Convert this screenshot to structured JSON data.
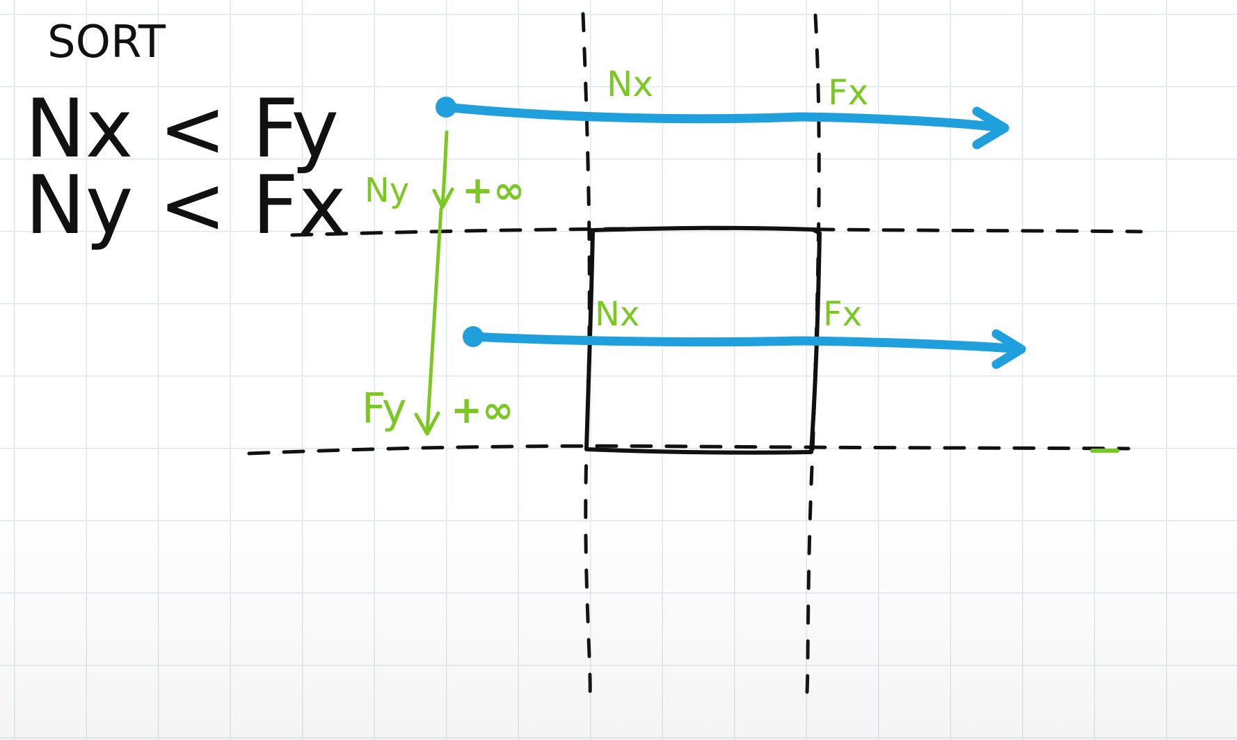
{
  "board": {
    "colors": {
      "black": "#111111",
      "blue": "#1fa0dc",
      "green": "#7cc823",
      "grid": "#dde9ee"
    }
  },
  "notes": {
    "title": "SORT",
    "condition_1": "Nx < Fy",
    "condition_2": "Ny < Fx"
  },
  "labels": {
    "top_near_x": "Nx",
    "top_far_x": "Fx",
    "mid_near_x": "Nx",
    "mid_far_x": "Fx",
    "near_y": "Ny",
    "near_y_inf": "+∞",
    "far_y": "Fy",
    "far_y_inf": "+∞"
  }
}
